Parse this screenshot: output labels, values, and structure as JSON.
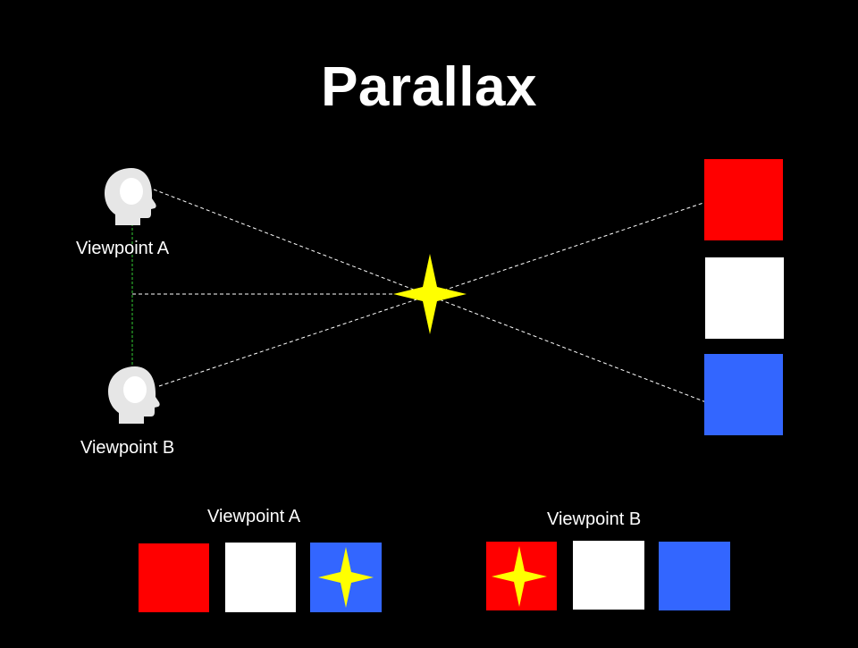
{
  "slide": {
    "title": "Parallax",
    "viewpoint_a_label": "Viewpoint A",
    "viewpoint_b_label": "Viewpoint B",
    "bottom_a_label": "Viewpoint A",
    "bottom_b_label": "Viewpoint B"
  },
  "colors": {
    "background": "#000000",
    "red": "#ff0000",
    "white": "#ffffff",
    "blue": "#3366ff",
    "star": "#ffff00",
    "head": "#e6e6e6",
    "sight_line": "#ffffff",
    "baseline": "#33cc33"
  },
  "icons": [
    "head-icon",
    "star-icon"
  ]
}
